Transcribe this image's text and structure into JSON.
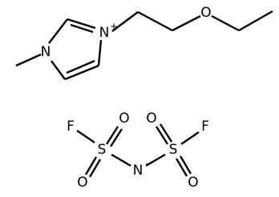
{
  "molecule": {
    "cation": {
      "atoms": {
        "n1": "N",
        "n3": "N",
        "n3_charge": "+",
        "o": "O"
      }
    },
    "anion": {
      "atoms": {
        "f_left": "F",
        "s_left": "S",
        "o_left_top": "O",
        "o_left_bottom": "O",
        "n": "N",
        "n_charge": "-",
        "s_right": "S",
        "o_right_top": "O",
        "o_right_bottom": "O",
        "f_right": "F"
      }
    }
  }
}
